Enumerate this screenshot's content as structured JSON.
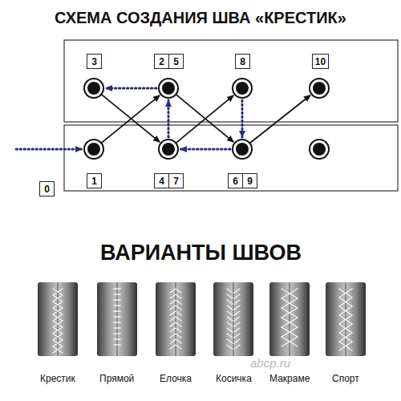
{
  "diagram": {
    "title": "СХЕМА СОЗДАНИЯ ШВА «КРЕСТИК»",
    "nodes": [
      {
        "text": [
          "3"
        ]
      },
      {
        "text": [
          "2"
        ]
      },
      {
        "text": [
          "5"
        ]
      },
      {
        "text": [
          "8"
        ]
      },
      {
        "text": [
          "10"
        ]
      },
      {
        "text": [
          "0"
        ]
      },
      {
        "text": [
          "1"
        ]
      },
      {
        "text": [
          "4"
        ]
      },
      {
        "text": [
          "7"
        ]
      },
      {
        "text": [
          "6"
        ]
      },
      {
        "text": [
          "9"
        ]
      }
    ],
    "labels": [
      "ВАРИАНТЫ ШВОВ",
      "abcp.ru",
      "Крестик",
      "Прямой",
      "Елочка",
      "Косичка",
      "Макраме",
      "Спорт"
    ]
  }
}
